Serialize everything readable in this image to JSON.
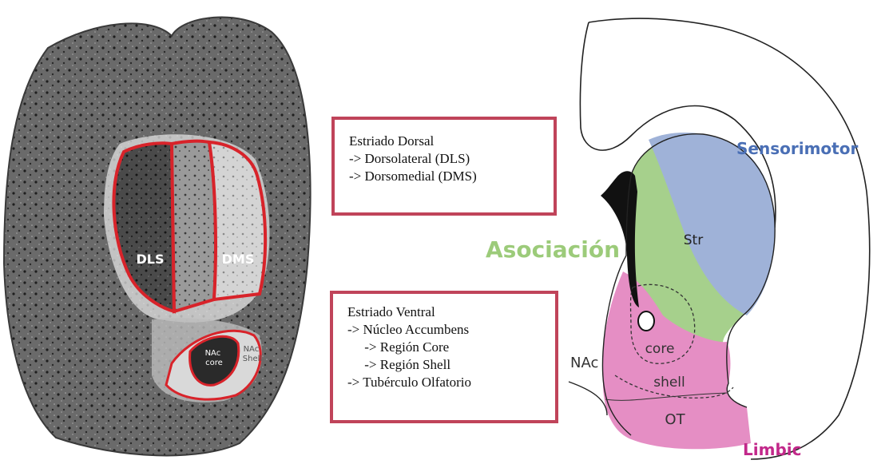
{
  "slice_labels": {
    "dls": "DLS",
    "dms": "DMS",
    "nac_core": "NAc\ncore",
    "nac_shell": "NAc\nShell"
  },
  "dorsal_box": {
    "lines": [
      "Estriado Dorsal",
      "-> Dorsolateral (DLS)",
      "-> Dorsomedial (DMS)"
    ]
  },
  "ventral_box": {
    "lines": [
      "Estriado Ventral",
      "-> Núcleo Accumbens",
      "     -> Región Core",
      "     -> Región Shell",
      "-> Tubérculo Olfatorio"
    ]
  },
  "schematic_labels": {
    "sensorimotor": "Sensorimotor",
    "asociacion": "Asociación",
    "limbic": "Limbic",
    "str": "Str",
    "core": "core",
    "shell": "shell",
    "nac": "NAc",
    "ot": "OT"
  },
  "colors": {
    "sensorimotor": "#4a6fb5",
    "asociacion": "#9ccb7a",
    "limbic": "#c2288a",
    "box_border": "#c0445a",
    "region_outline": "#d8232a"
  }
}
